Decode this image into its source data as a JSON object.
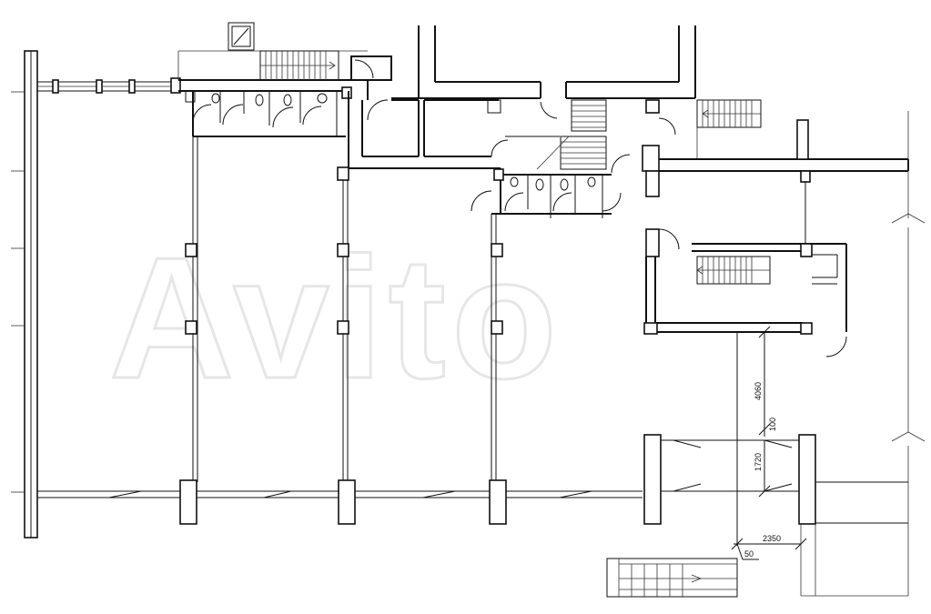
{
  "watermark": "Avito",
  "dimensions": {
    "d1": "4060",
    "d2": "100",
    "d3": "1720",
    "d4": "2350",
    "d5": "50"
  }
}
